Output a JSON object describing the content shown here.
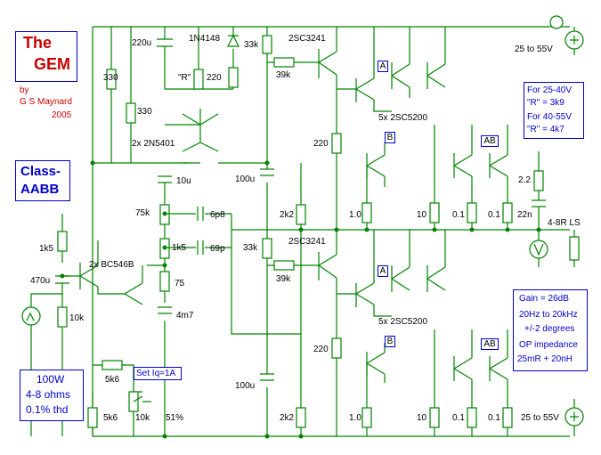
{
  "title": {
    "line1": "The",
    "line2": "GEM",
    "by": "by",
    "author": "G S Maynard",
    "year": "2005"
  },
  "class_box": {
    "line1": "Class-",
    "line2": "AABB"
  },
  "spec_box": {
    "power": "100W",
    "load": "4-8 ohms",
    "thd": "0.1% thd"
  },
  "note_box": {
    "l1": "For 25-40V",
    "l2": "\"R\" = 3k9",
    "l3": "For 40-55V",
    "l4": "\"R\" = 4k7"
  },
  "perf_box": {
    "l1": "Gain  =  26dB",
    "l2": "20Hz to 20kHz",
    "l3": "+/-2 degrees",
    "l4": "OP impedance",
    "l5": "25mR + 20nH"
  },
  "adjust_label": "Set Iq=1A",
  "labels": {
    "c220u": "220u",
    "d1n4148": "1N4148",
    "r33k_top": "33k",
    "q2sc3241_top": "2SC3241",
    "r330_a": "330",
    "r_quote": "\"R\"",
    "r220_top": "220",
    "r39k_top": "39k",
    "r330_b": "330",
    "q2n5401": "2x 2N5401",
    "r220_mid_top": "220",
    "q2sc5200_top": "5x 2SC5200",
    "c10u": "10u",
    "c100u_top": "100u",
    "r75k": "75k",
    "c6p8": "6p8",
    "r2k2_top": "2k2",
    "r1_0_top": "1.0",
    "r10_top": "10",
    "r0_1_a_top": "0.1",
    "r0_1_b_top": "0.1",
    "r2_2": "2.2",
    "c22n": "22n",
    "ls": "4-8R LS",
    "r1k5_left": "1k5",
    "r1k5_mid": "1k5",
    "c69p": "69p",
    "r33k_bot": "33k",
    "q2sc3241_bot": "2SC3241",
    "c470u": "470u",
    "q_bc546b": "2x BC546B",
    "r39k_bot": "39k",
    "r75": "75",
    "r10k_in": "10k",
    "c4m7": "4m7",
    "q2sc5200_bot": "5x 2SC5200",
    "r220_mid_bot": "220",
    "r5k6_top": "5k6",
    "c100u_bot": "100u",
    "r5k6_bot": "5k6",
    "r10k_pot": "10k",
    "pct51": "51%",
    "r2k2_bot": "2k2",
    "r1_0_bot": "1.0",
    "r10_bot": "10",
    "r0_1_a_bot": "0.1",
    "r0_1_b_bot": "0.1",
    "supply_top": "25 to 55V",
    "supply_bot": "25 to 55V",
    "tagA_top": "A",
    "tagB_top": "B",
    "tagAB_top": "AB",
    "tagA_bot": "A",
    "tagB_bot": "B",
    "tagAB_bot": "AB"
  },
  "colors": {
    "wire": "#008200",
    "text_blue": "#0000c8",
    "text_red": "#c80000"
  }
}
